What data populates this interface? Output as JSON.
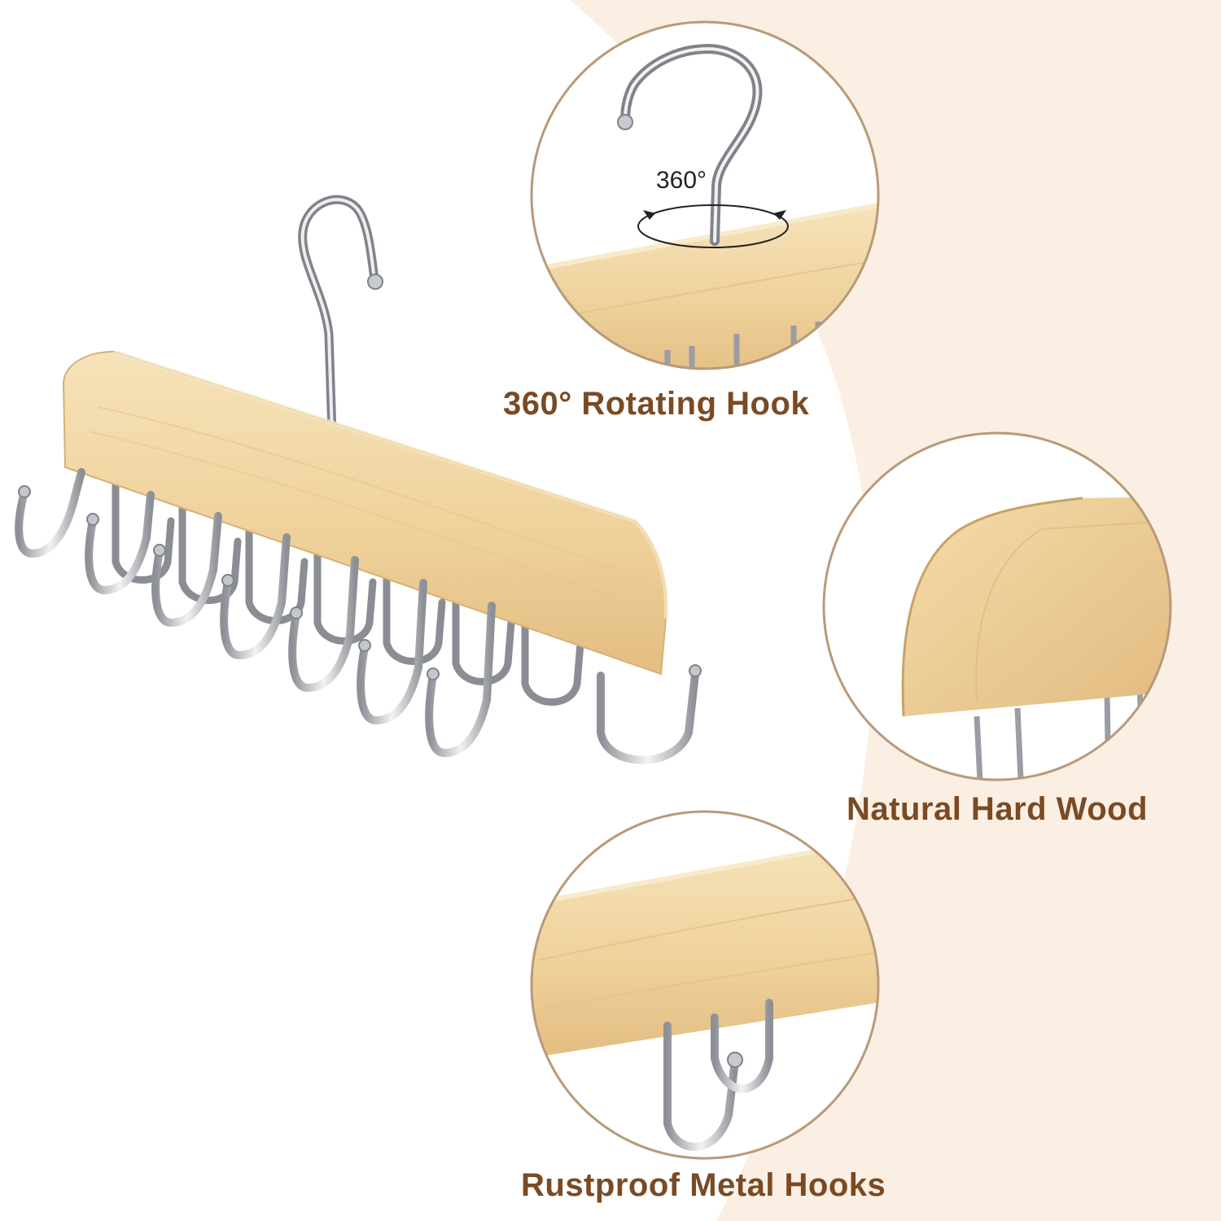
{
  "colors": {
    "caption": "#7a4a24",
    "wood": "#f1d7a4",
    "wood_dark": "#dcb97e",
    "metal": "#b9bcc2",
    "ring": "#b89a7a",
    "bg_accent": "#fbefe4"
  },
  "features": [
    {
      "caption": "360° Rotating Hook",
      "icon": "rotating-hook-icon"
    },
    {
      "caption": "Natural Hard Wood",
      "icon": "wood-block-icon"
    },
    {
      "caption": "Rustproof Metal Hooks",
      "icon": "metal-hook-icon"
    }
  ],
  "rotation_label": "360°"
}
